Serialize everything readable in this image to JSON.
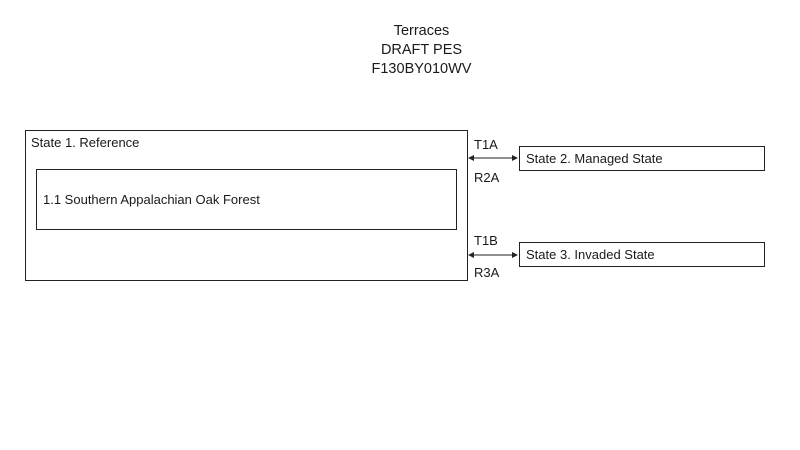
{
  "title": {
    "line1": "Terraces",
    "line2": "DRAFT PES",
    "line3": "F130BY010WV"
  },
  "states": {
    "state1": {
      "label": "State 1. Reference",
      "phase": "1.1 Southern Appalachian Oak Forest"
    },
    "state2": {
      "label": "State 2. Managed State"
    },
    "state3": {
      "label": "State 3. Invaded State"
    }
  },
  "transitions": {
    "t1a": "T1A",
    "r2a": "R2A",
    "t1b": "T1B",
    "r3a": "R3A"
  },
  "colors": {
    "line": "#222222",
    "text": "#1a1a1a",
    "background": "#ffffff"
  }
}
